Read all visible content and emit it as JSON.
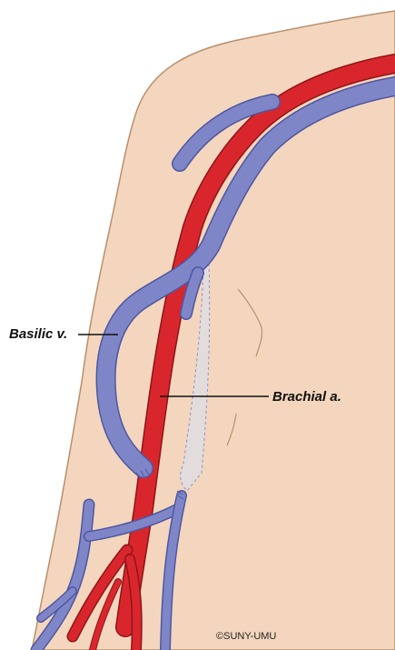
{
  "labels": {
    "basilic_vein": "Basilic v.",
    "brachial_artery": "Brachial a."
  },
  "credit": "©SUNY-UMU",
  "colors": {
    "skin": "#f3d6bd",
    "skin_outline": "#b8906e",
    "vein": "#7f86c8",
    "vein_outline": "#4e56a0",
    "artery": "#d9262d",
    "artery_outline": "#8f1418",
    "graft": "#e3dcdc"
  }
}
